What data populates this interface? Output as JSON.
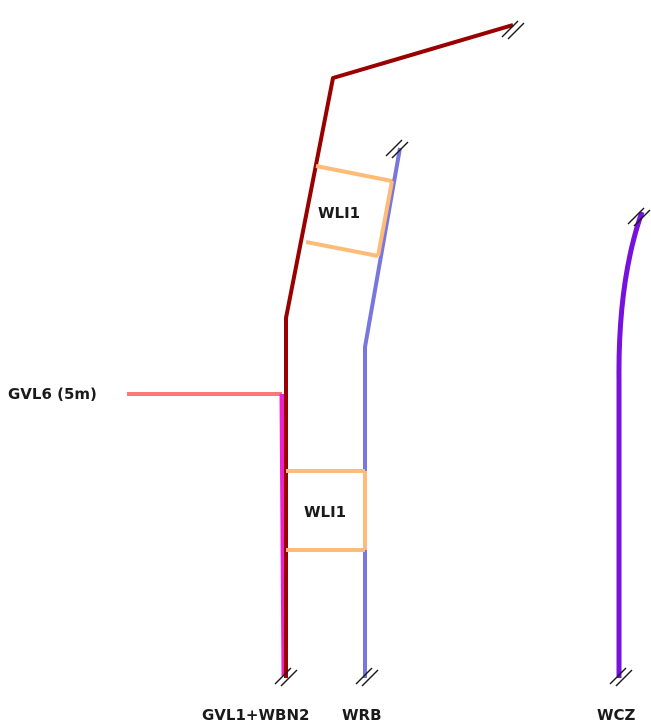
{
  "lines": {
    "gvl1_wbn2": {
      "label": "GVL1+WBN2"
    },
    "wrb": {
      "label": "WRB"
    },
    "wcz": {
      "label": "WCZ"
    },
    "gvl6": {
      "label": "GVL6 (5m)"
    }
  },
  "connectors": [
    {
      "label": "WLI1"
    },
    {
      "label": "WLI1"
    }
  ],
  "colors": {
    "main_dark_red": "#990000",
    "magenta": "#ee22cc",
    "periwinkle": "#7777dd",
    "violet": "#7711dd",
    "salmon": "#ff7777",
    "orange_connector": "#ffbb77"
  }
}
